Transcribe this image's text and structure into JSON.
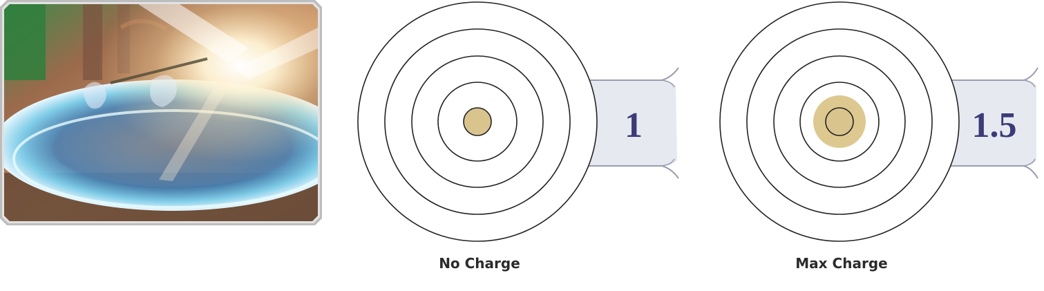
{
  "screenshot": {
    "subject": "game-action-screenshot"
  },
  "panels": [
    {
      "caption": "No Charge",
      "value": "1"
    },
    {
      "caption": "Max Charge",
      "value": "1.5"
    }
  ],
  "colors": {
    "ring_stroke": "#222222",
    "core_fill": "#d9c48e",
    "glow_fill": "#ddc88f",
    "tab_text": "#3b3b78",
    "tab_fill": "#e6e8ef"
  }
}
